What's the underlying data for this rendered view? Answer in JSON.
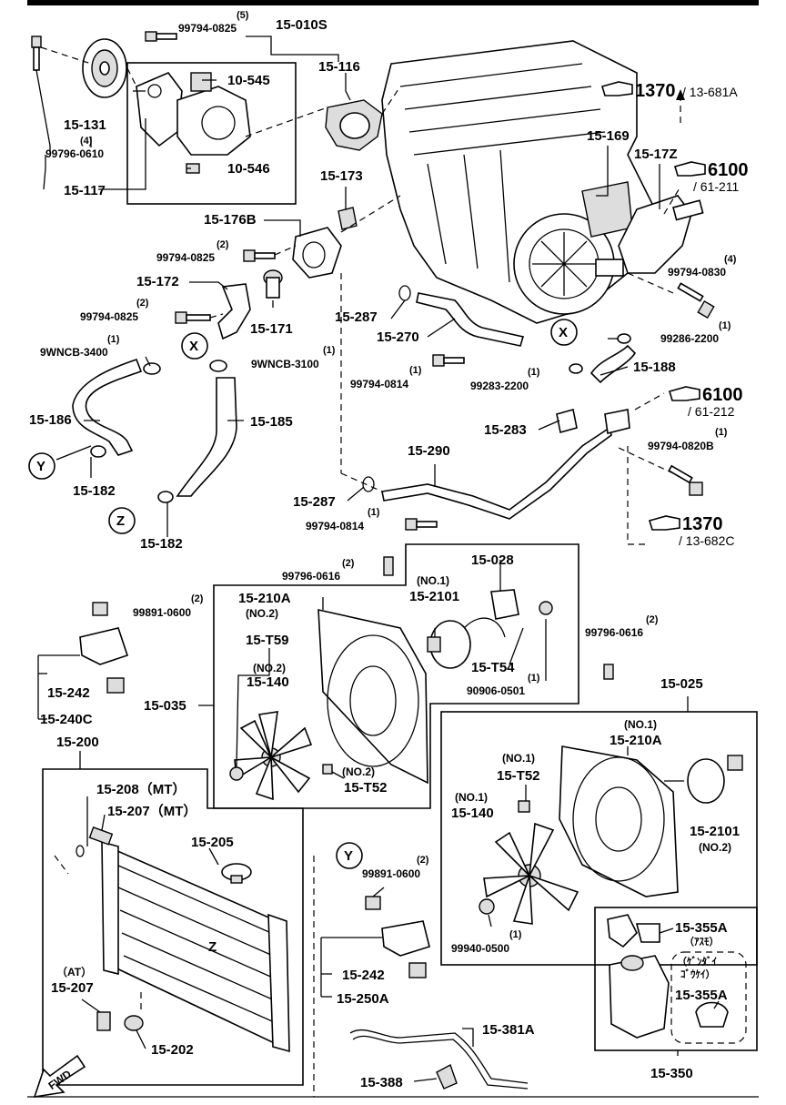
{
  "labels": {
    "qty_99794_0825_top": "(5)",
    "p_99794_0825_top": "99794-0825",
    "p_15_010s": "15-010S",
    "p_10_545": "10-545",
    "p_15_116": "15-116",
    "p_15_131": "15-131",
    "qty_99796_0610": "(4)",
    "p_99796_0610": "99796-0610",
    "p_10_546": "10-546",
    "p_15_117": "15-117",
    "p_15_173": "15-173",
    "p_15_176b": "15-176B",
    "qty_99794_0825_mid": "(2)",
    "p_99794_0825_mid": "99794-0825",
    "p_15_172": "15-172",
    "qty_99794_0825_low": "(2)",
    "p_99794_0825_low": "99794-0825",
    "p_15_171": "15-171",
    "p_15_287_a": "15-287",
    "p_15_270": "15-270",
    "qty_9wncb_3400": "(1)",
    "p_9wncb_3400": "9WNCB-3400",
    "qty_9wncb_3100": "(1)",
    "p_9wncb_3100": "9WNCB-3100",
    "qty_99794_0814_a": "(1)",
    "p_99794_0814_a": "99794-0814",
    "qty_99283_2200": "(1)",
    "p_99283_2200": "99283-2200",
    "p_15_186": "15-186",
    "p_15_185": "15-185",
    "p_15_182_a": "15-182",
    "p_15_182_b": "15-182",
    "p_15_290": "15-290",
    "p_15_287_b": "15-287",
    "qty_99794_0814_b": "(1)",
    "p_99794_0814_b": "99794-0814",
    "p_15_169": "15-169",
    "p_15_17z": "15-17Z",
    "qty_99794_0830": "(4)",
    "p_99794_0830": "99794-0830",
    "qty_99286_2200": "(1)",
    "p_99286_2200": "99286-2200",
    "p_15_188": "15-188",
    "p_15_283": "15-283",
    "qty_99794_0820b": "(1)",
    "p_99794_0820b": "99794-0820B",
    "qty_99796_0616_a": "(2)",
    "p_99796_0616_a": "99796-0616",
    "p_15_028": "15-028",
    "no1_a": "(NO.1)",
    "p_15_2101_a": "15-2101",
    "qty_99891_0600_a": "(2)",
    "p_99891_0600_a": "99891-0600",
    "p_15_210a_a": "15-210A",
    "no2_a": "(NO.2)",
    "p_15_t59": "15-T59",
    "p_15_t54": "15-T54",
    "no2_b": "(NO.2)",
    "p_15_140_a": "15-140",
    "qty_90906_0501": "(1)",
    "p_90906_0501": "90906-0501",
    "p_15_035": "15-035",
    "p_15_242_a": "15-242",
    "p_15_240c": "15-240C",
    "no2_c": "(NO.2)",
    "p_15_t52_a": "15-T52",
    "qty_99796_0616_b": "(2)",
    "p_99796_0616_b": "99796-0616",
    "p_15_025": "15-025",
    "no1_b": "(NO.1)",
    "p_15_210a_b": "15-210A",
    "no1_c": "(NO.1)",
    "p_15_t52_b": "15-T52",
    "no1_d": "(NO.1)",
    "p_15_140_b": "15-140",
    "p_15_2101_b": "15-2101",
    "no2_d": "(NO.2)",
    "qty_99940_0500": "(1)",
    "p_99940_0500": "99940-0500",
    "p_15_200": "15-200",
    "p_15_208": "15-208（MT）",
    "p_15_207_mt": "15-207（MT）",
    "p_15_205": "15-205",
    "qty_99891_0600_b": "(2)",
    "p_99891_0600_b": "99891-0600",
    "at_label": "（AT）",
    "p_15_207_at": "15-207",
    "p_15_242_b": "15-242",
    "p_15_250a": "15-250A",
    "p_15_202": "15-202",
    "p_15_381a": "15-381A",
    "p_15_388": "15-388",
    "p_15_355a_a": "15-355A",
    "asumo": "（ｱｽﾓ）",
    "kentai_1": "（ｹﾞﾝﾀﾞｲ",
    "kentai_2": "ｺﾞｳｹｲ）",
    "p_15_355a_b": "15-355A",
    "p_15_350": "15-350",
    "fwd": "FWD"
  },
  "callouts": {
    "x": "X",
    "y": "Y",
    "z": "Z"
  },
  "refs": [
    {
      "num": "1370",
      "sub": "/ 13-681A"
    },
    {
      "num": "6100",
      "sub": "/ 61-211"
    },
    {
      "num": "6100",
      "sub": "/ 61-212"
    },
    {
      "num": "1370",
      "sub": "/ 13-682C"
    }
  ]
}
